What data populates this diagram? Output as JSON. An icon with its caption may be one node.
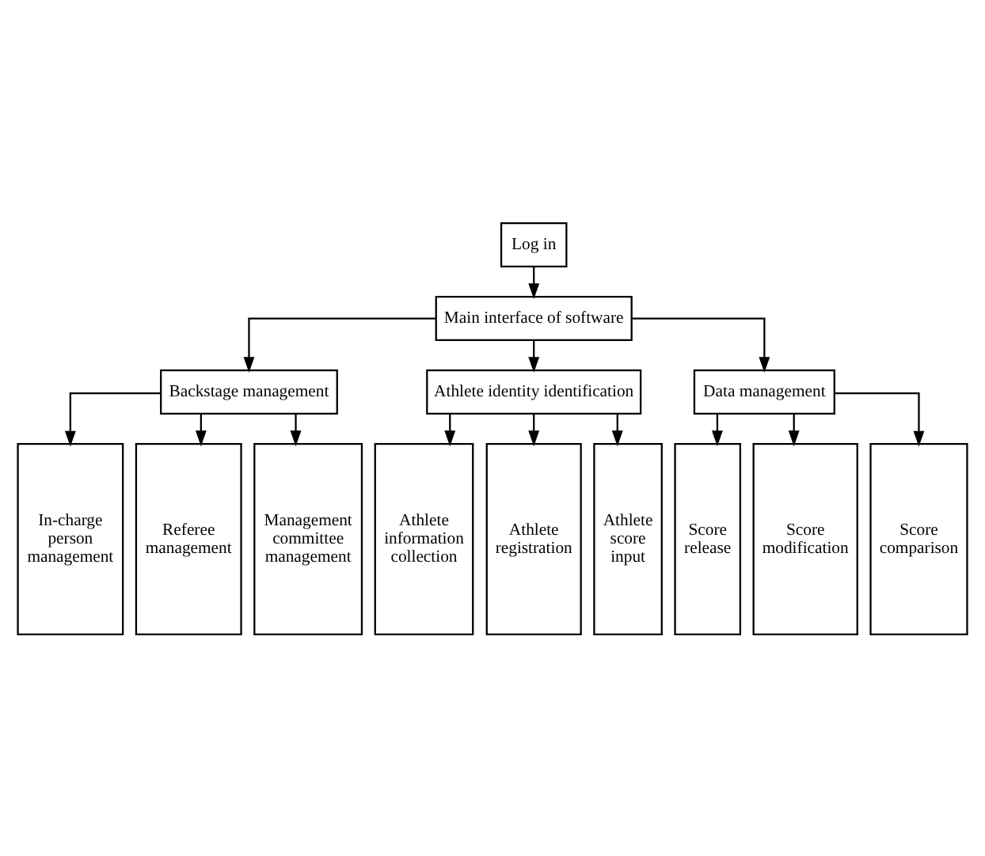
{
  "diagram": {
    "nodes": [
      {
        "text": [
          "Log in"
        ]
      },
      {
        "text": [
          "Main interface of software"
        ]
      },
      {
        "text": [
          "Backstage management"
        ]
      },
      {
        "text": [
          "Athlete identity identification"
        ]
      },
      {
        "text": [
          "Data management"
        ]
      },
      {
        "text": [
          "In-charge person management"
        ]
      },
      {
        "text": [
          "Referee management"
        ]
      },
      {
        "text": [
          "Management committee management"
        ]
      },
      {
        "text": [
          "Athlete information collection"
        ]
      },
      {
        "text": [
          "Athlete registration"
        ]
      },
      {
        "text": [
          "Athlete score input"
        ]
      },
      {
        "text": [
          "Score release"
        ]
      },
      {
        "text": [
          "Score modification"
        ]
      },
      {
        "text": [
          "Score comparison"
        ]
      }
    ],
    "edges": [
      {
        "from": 0,
        "to": 1,
        "arrow": "to"
      },
      {
        "from": 1,
        "to": 2,
        "arrow": "to"
      },
      {
        "from": 1,
        "to": 3,
        "arrow": "to"
      },
      {
        "from": 1,
        "to": 4,
        "arrow": "to"
      },
      {
        "from": 2,
        "to": 5,
        "arrow": "to"
      },
      {
        "from": 2,
        "to": 6,
        "arrow": "to"
      },
      {
        "from": 2,
        "to": 7,
        "arrow": "to"
      },
      {
        "from": 3,
        "to": 8,
        "arrow": "to"
      },
      {
        "from": 3,
        "to": 9,
        "arrow": "to"
      },
      {
        "from": 3,
        "to": 10,
        "arrow": "to"
      },
      {
        "from": 4,
        "to": 11,
        "arrow": "to"
      },
      {
        "from": 4,
        "to": 12,
        "arrow": "to"
      },
      {
        "from": 4,
        "to": 13,
        "arrow": "to"
      }
    ]
  }
}
